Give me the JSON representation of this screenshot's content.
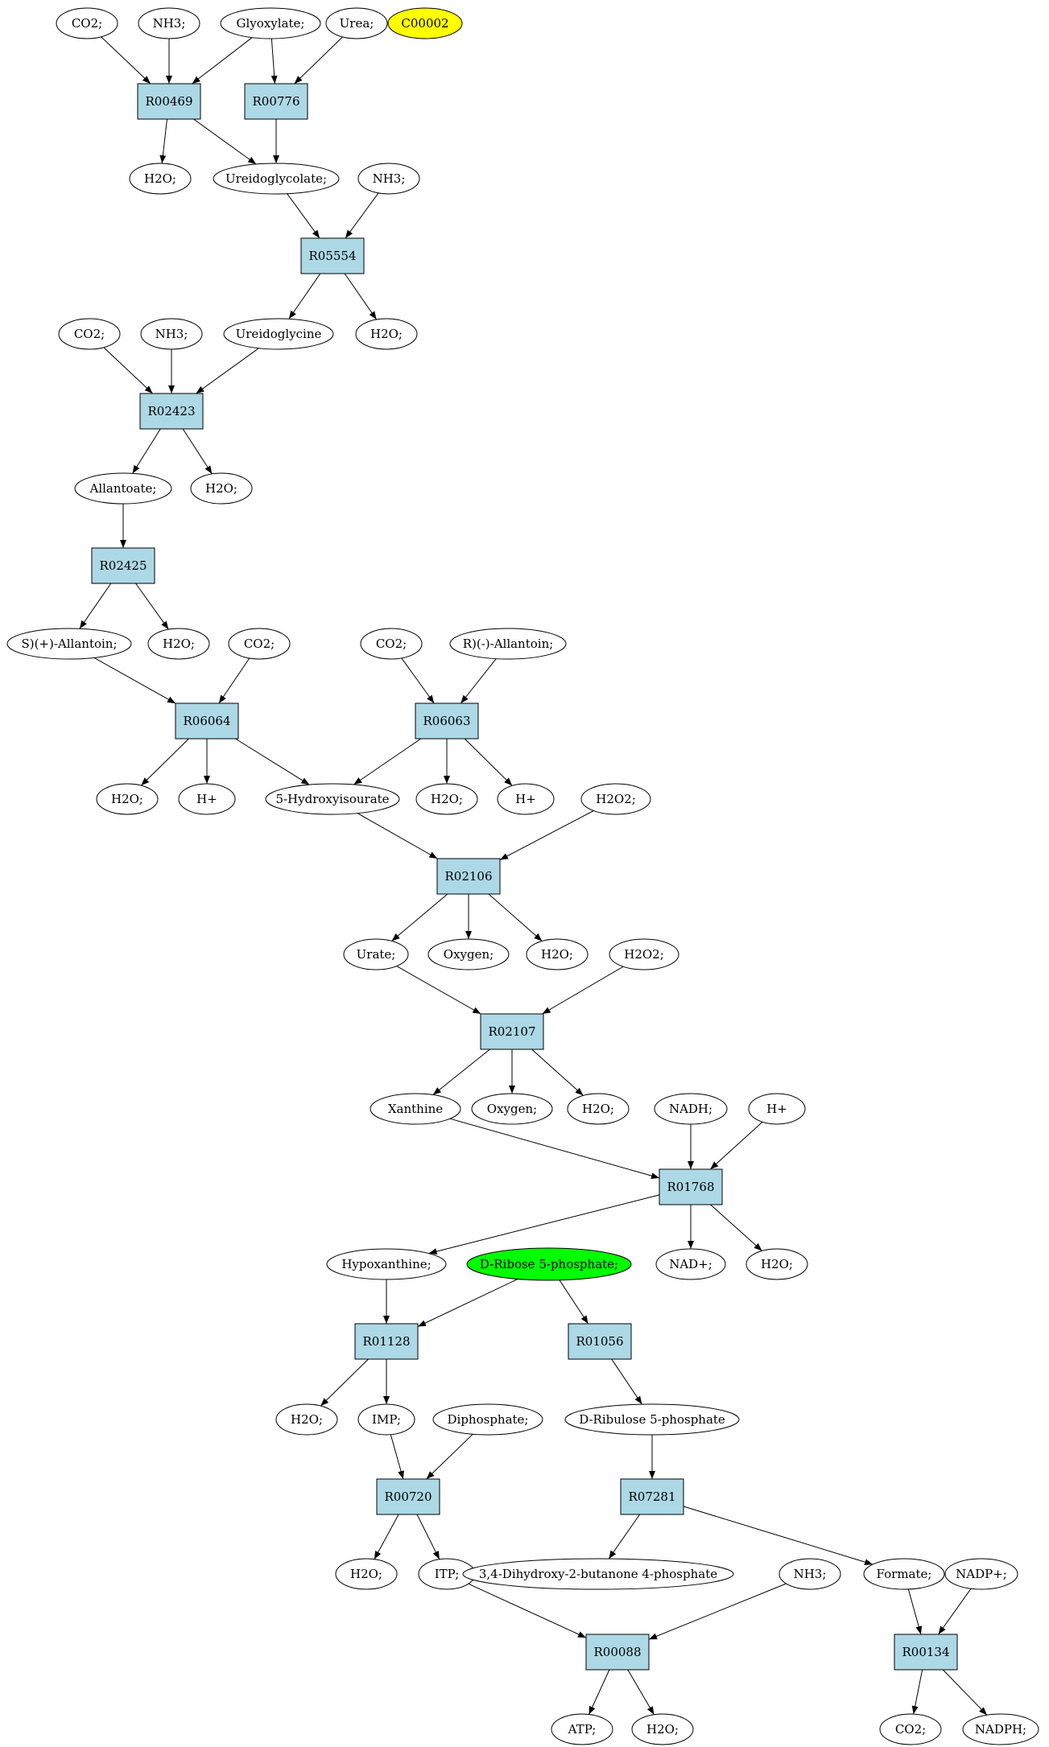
{
  "colors": {
    "reaction_fill": "#add8e6",
    "compound_fill": "#ffffff",
    "highlight_yellow": "#ffff00",
    "highlight_green": "#00ff00",
    "stroke": "#000000",
    "background": "#ffffff"
  },
  "nodes": [
    {
      "id": "c_co2_1",
      "kind": "compound",
      "label": "CO2;"
    },
    {
      "id": "c_nh3_1",
      "kind": "compound",
      "label": "NH3;"
    },
    {
      "id": "c_glyoxylate",
      "kind": "compound",
      "label": "Glyoxylate;"
    },
    {
      "id": "c_urea",
      "kind": "compound",
      "label": "Urea;"
    },
    {
      "id": "c_c00002",
      "kind": "compound",
      "label": "C00002",
      "fill": "highlight_yellow"
    },
    {
      "id": "r_R00469",
      "kind": "reaction",
      "label": "R00469"
    },
    {
      "id": "r_R00776",
      "kind": "reaction",
      "label": "R00776"
    },
    {
      "id": "c_h2o_1",
      "kind": "compound",
      "label": "H2O;"
    },
    {
      "id": "c_ureidoglycolate",
      "kind": "compound",
      "label": "Ureidoglycolate;"
    },
    {
      "id": "c_nh3_2",
      "kind": "compound",
      "label": "NH3;"
    },
    {
      "id": "r_R05554",
      "kind": "reaction",
      "label": "R05554"
    },
    {
      "id": "c_co2_2",
      "kind": "compound",
      "label": "CO2;"
    },
    {
      "id": "c_nh3_3",
      "kind": "compound",
      "label": "NH3;"
    },
    {
      "id": "c_ureidoglycine",
      "kind": "compound",
      "label": "Ureidoglycine"
    },
    {
      "id": "c_h2o_2",
      "kind": "compound",
      "label": "H2O;"
    },
    {
      "id": "r_R02423",
      "kind": "reaction",
      "label": "R02423"
    },
    {
      "id": "c_allantoate",
      "kind": "compound",
      "label": "Allantoate;"
    },
    {
      "id": "c_h2o_3",
      "kind": "compound",
      "label": "H2O;"
    },
    {
      "id": "r_R02425",
      "kind": "reaction",
      "label": "R02425"
    },
    {
      "id": "c_s_allantoin",
      "kind": "compound",
      "label": "S)(+)-Allantoin;"
    },
    {
      "id": "c_h2o_4",
      "kind": "compound",
      "label": "H2O;"
    },
    {
      "id": "c_co2_3",
      "kind": "compound",
      "label": "CO2;"
    },
    {
      "id": "c_co2_4",
      "kind": "compound",
      "label": "CO2;"
    },
    {
      "id": "c_r_allantoin",
      "kind": "compound",
      "label": "R)(-)-Allantoin;"
    },
    {
      "id": "r_R06064",
      "kind": "reaction",
      "label": "R06064"
    },
    {
      "id": "r_R06063",
      "kind": "reaction",
      "label": "R06063"
    },
    {
      "id": "c_h2o_5",
      "kind": "compound",
      "label": "H2O;"
    },
    {
      "id": "c_hplus_1",
      "kind": "compound",
      "label": "H+"
    },
    {
      "id": "c_5hiu",
      "kind": "compound",
      "label": "5-Hydroxyisourate"
    },
    {
      "id": "c_h2o_6",
      "kind": "compound",
      "label": "H2O;"
    },
    {
      "id": "c_hplus_2",
      "kind": "compound",
      "label": "H+"
    },
    {
      "id": "c_h2o2_1",
      "kind": "compound",
      "label": "H2O2;"
    },
    {
      "id": "r_R02106",
      "kind": "reaction",
      "label": "R02106"
    },
    {
      "id": "c_urate",
      "kind": "compound",
      "label": "Urate;"
    },
    {
      "id": "c_oxygen_1",
      "kind": "compound",
      "label": "Oxygen;"
    },
    {
      "id": "c_h2o_7",
      "kind": "compound",
      "label": "H2O;"
    },
    {
      "id": "c_h2o2_2",
      "kind": "compound",
      "label": "H2O2;"
    },
    {
      "id": "r_R02107",
      "kind": "reaction",
      "label": "R02107"
    },
    {
      "id": "c_xanthine",
      "kind": "compound",
      "label": "Xanthine"
    },
    {
      "id": "c_oxygen_2",
      "kind": "compound",
      "label": "Oxygen;"
    },
    {
      "id": "c_h2o_8",
      "kind": "compound",
      "label": "H2O;"
    },
    {
      "id": "c_nadh",
      "kind": "compound",
      "label": "NADH;"
    },
    {
      "id": "c_hplus_3",
      "kind": "compound",
      "label": "H+"
    },
    {
      "id": "r_R01768",
      "kind": "reaction",
      "label": "R01768"
    },
    {
      "id": "c_hypoxanthine",
      "kind": "compound",
      "label": "Hypoxanthine;"
    },
    {
      "id": "c_ribose5p",
      "kind": "compound",
      "label": "D-Ribose 5-phosphate;",
      "fill": "highlight_green"
    },
    {
      "id": "c_nadplus_1",
      "kind": "compound",
      "label": "NAD+;"
    },
    {
      "id": "c_h2o_9",
      "kind": "compound",
      "label": "H2O;"
    },
    {
      "id": "r_R01128",
      "kind": "reaction",
      "label": "R01128"
    },
    {
      "id": "r_R01056",
      "kind": "reaction",
      "label": "R01056"
    },
    {
      "id": "c_h2o_10",
      "kind": "compound",
      "label": "H2O;"
    },
    {
      "id": "c_imp",
      "kind": "compound",
      "label": "IMP;"
    },
    {
      "id": "c_diphosphate",
      "kind": "compound",
      "label": "Diphosphate;"
    },
    {
      "id": "c_ribulose5p",
      "kind": "compound",
      "label": "D-Ribulose 5-phosphate"
    },
    {
      "id": "r_R00720",
      "kind": "reaction",
      "label": "R00720"
    },
    {
      "id": "r_R07281",
      "kind": "reaction",
      "label": "R07281"
    },
    {
      "id": "c_h2o_11",
      "kind": "compound",
      "label": "H2O;"
    },
    {
      "id": "c_itp",
      "kind": "compound",
      "label": "ITP;"
    },
    {
      "id": "c_dhbp",
      "kind": "compound",
      "label": "3,4-Dihydroxy-2-butanone 4-phosphate"
    },
    {
      "id": "c_nh3_4",
      "kind": "compound",
      "label": "NH3;"
    },
    {
      "id": "c_formate",
      "kind": "compound",
      "label": "Formate;"
    },
    {
      "id": "c_nadpplus",
      "kind": "compound",
      "label": "NADP+;"
    },
    {
      "id": "r_R00088",
      "kind": "reaction",
      "label": "R00088"
    },
    {
      "id": "r_R00134",
      "kind": "reaction",
      "label": "R00134"
    },
    {
      "id": "c_atp",
      "kind": "compound",
      "label": "ATP;"
    },
    {
      "id": "c_h2o_12",
      "kind": "compound",
      "label": "H2O;"
    },
    {
      "id": "c_co2_5",
      "kind": "compound",
      "label": "CO2;"
    },
    {
      "id": "c_nadph",
      "kind": "compound",
      "label": "NADPH;"
    }
  ],
  "edges": [
    [
      "c_co2_1",
      "r_R00469"
    ],
    [
      "c_nh3_1",
      "r_R00469"
    ],
    [
      "c_glyoxylate",
      "r_R00469"
    ],
    [
      "c_glyoxylate",
      "r_R00776"
    ],
    [
      "c_urea",
      "r_R00776"
    ],
    [
      "r_R00469",
      "c_h2o_1"
    ],
    [
      "r_R00469",
      "c_ureidoglycolate"
    ],
    [
      "r_R00776",
      "c_ureidoglycolate"
    ],
    [
      "c_ureidoglycolate",
      "r_R05554"
    ],
    [
      "c_nh3_2",
      "r_R05554"
    ],
    [
      "r_R05554",
      "c_ureidoglycine"
    ],
    [
      "r_R05554",
      "c_h2o_2"
    ],
    [
      "c_co2_2",
      "r_R02423"
    ],
    [
      "c_nh3_3",
      "r_R02423"
    ],
    [
      "c_ureidoglycine",
      "r_R02423"
    ],
    [
      "r_R02423",
      "c_allantoate"
    ],
    [
      "r_R02423",
      "c_h2o_3"
    ],
    [
      "c_allantoate",
      "r_R02425"
    ],
    [
      "r_R02425",
      "c_s_allantoin"
    ],
    [
      "r_R02425",
      "c_h2o_4"
    ],
    [
      "c_s_allantoin",
      "r_R06064"
    ],
    [
      "c_co2_3",
      "r_R06064"
    ],
    [
      "c_co2_4",
      "r_R06063"
    ],
    [
      "c_r_allantoin",
      "r_R06063"
    ],
    [
      "r_R06064",
      "c_h2o_5"
    ],
    [
      "r_R06064",
      "c_hplus_1"
    ],
    [
      "r_R06064",
      "c_5hiu"
    ],
    [
      "r_R06063",
      "c_5hiu"
    ],
    [
      "r_R06063",
      "c_h2o_6"
    ],
    [
      "r_R06063",
      "c_hplus_2"
    ],
    [
      "c_5hiu",
      "r_R02106"
    ],
    [
      "c_h2o2_1",
      "r_R02106"
    ],
    [
      "r_R02106",
      "c_urate"
    ],
    [
      "r_R02106",
      "c_oxygen_1"
    ],
    [
      "r_R02106",
      "c_h2o_7"
    ],
    [
      "c_urate",
      "r_R02107"
    ],
    [
      "c_h2o2_2",
      "r_R02107"
    ],
    [
      "r_R02107",
      "c_xanthine"
    ],
    [
      "r_R02107",
      "c_oxygen_2"
    ],
    [
      "r_R02107",
      "c_h2o_8"
    ],
    [
      "c_xanthine",
      "r_R01768"
    ],
    [
      "c_nadh",
      "r_R01768"
    ],
    [
      "c_hplus_3",
      "r_R01768"
    ],
    [
      "r_R01768",
      "c_hypoxanthine"
    ],
    [
      "r_R01768",
      "c_nadplus_1"
    ],
    [
      "r_R01768",
      "c_h2o_9"
    ],
    [
      "c_hypoxanthine",
      "r_R01128"
    ],
    [
      "c_ribose5p",
      "r_R01128"
    ],
    [
      "c_ribose5p",
      "r_R01056"
    ],
    [
      "r_R01128",
      "c_h2o_10"
    ],
    [
      "r_R01128",
      "c_imp"
    ],
    [
      "r_R01056",
      "c_ribulose5p"
    ],
    [
      "c_imp",
      "r_R00720"
    ],
    [
      "c_diphosphate",
      "r_R00720"
    ],
    [
      "c_ribulose5p",
      "r_R07281"
    ],
    [
      "r_R00720",
      "c_h2o_11"
    ],
    [
      "r_R00720",
      "c_itp"
    ],
    [
      "r_R07281",
      "c_dhbp"
    ],
    [
      "r_R07281",
      "c_formate"
    ],
    [
      "c_itp",
      "r_R00088"
    ],
    [
      "c_nh3_4",
      "r_R00088"
    ],
    [
      "c_formate",
      "r_R00134"
    ],
    [
      "c_nadpplus",
      "r_R00134"
    ],
    [
      "r_R00088",
      "c_atp"
    ],
    [
      "r_R00088",
      "c_h2o_12"
    ],
    [
      "r_R00134",
      "c_co2_5"
    ],
    [
      "r_R00134",
      "c_nadph"
    ]
  ]
}
